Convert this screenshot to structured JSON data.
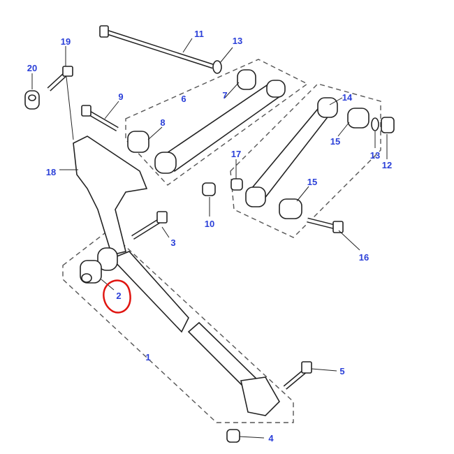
{
  "diagram": {
    "labels": {
      "l1": "1",
      "l2": "2",
      "l3": "3",
      "l4": "4",
      "l5": "5",
      "l6": "6",
      "l7": "7",
      "l8": "8",
      "l9": "9",
      "l10": "10",
      "l11": "11",
      "l12": "12",
      "l13a": "13",
      "l13b": "13",
      "l14": "14",
      "l15a": "15",
      "l15b": "15",
      "l16": "16",
      "l17": "17",
      "l18": "18",
      "l19": "19",
      "l20": "20"
    },
    "highlight": {
      "part": "2",
      "color": "#e0140f"
    },
    "label_color": "#2a3fd8"
  }
}
